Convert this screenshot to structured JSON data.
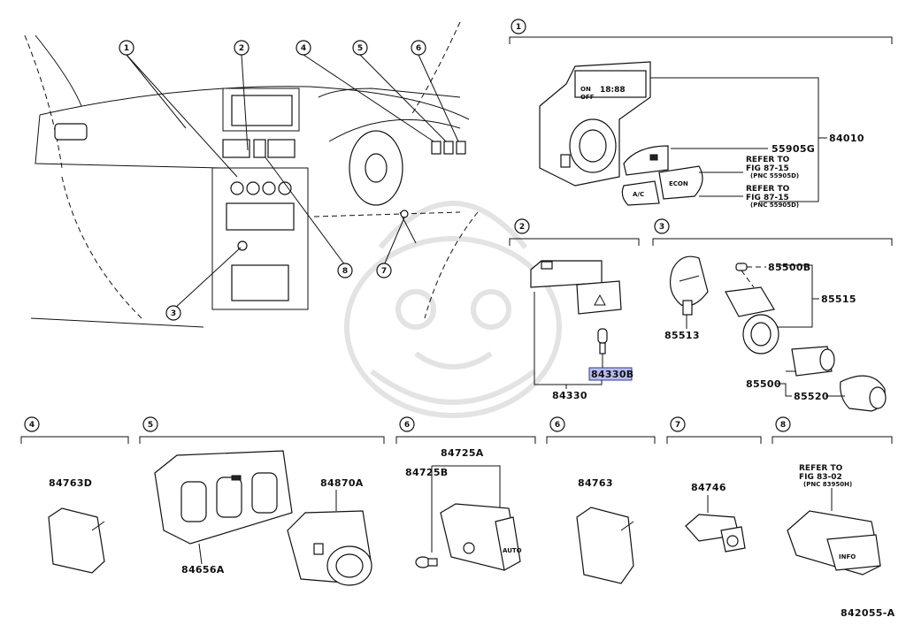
{
  "callouts": {
    "c1": "1",
    "c2": "2",
    "c3": "3",
    "c4": "4",
    "c5": "5",
    "c6": "6",
    "c7": "7",
    "c8": "8"
  },
  "sections": {
    "s1": "1",
    "s2": "2",
    "s3": "3",
    "s4": "4",
    "s5": "5",
    "s6a": "6",
    "s6b": "6",
    "s7": "7",
    "s8": "8"
  },
  "parts": {
    "p84010": "84010",
    "p55905G": "55905G",
    "refer1_line1": "REFER TO",
    "refer1_line2": "FIG 87-15",
    "refer1_line3": "(PNC 55905D)",
    "refer2_line1": "REFER TO",
    "refer2_line2": "FIG 87-15",
    "refer2_line3": "(PNC 55905D)",
    "p84330B": "84330B",
    "p84330": "84330",
    "p85500B": "85500B",
    "p85515": "85515",
    "p85513": "85513",
    "p85500": "85500",
    "p85520": "85520",
    "p84763D": "84763D",
    "p84656A": "84656A",
    "p84870A": "84870A",
    "p84725A": "84725A",
    "p84725B": "84725B",
    "p84763": "84763",
    "p84746": "84746",
    "refer3_line1": "REFER TO",
    "refer3_line2": "FIG 83-02",
    "refer3_line3": "(PNC 83950H)"
  },
  "switch_text": {
    "on": "ON",
    "off": "OFF",
    "display": "18:88",
    "ac": "A/C",
    "econ": "ECON",
    "auto": "AUTO",
    "info": "INFO"
  },
  "diagram_id": "842055-A"
}
